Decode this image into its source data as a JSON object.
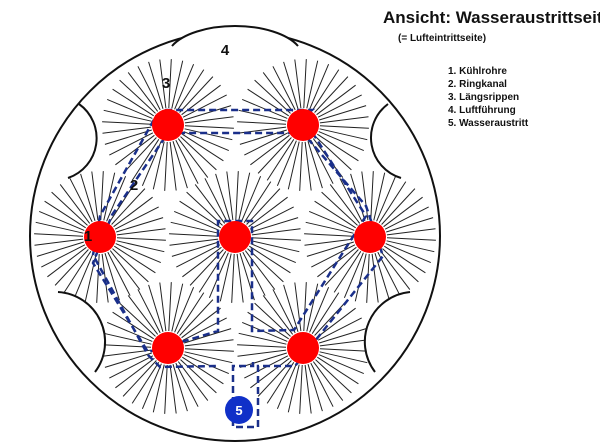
{
  "title": "Ansicht: Wasseraustrittseite",
  "subtitle": "(= Lufteintrittseite)",
  "legend": [
    "1. Kühlrohre",
    "2. Ringkanal",
    "3. Längsrippen",
    "4. Luftführung",
    "5. Wasseraustritt"
  ],
  "labels": {
    "cooling_pipe": "1",
    "ring_channel": "2",
    "fins": "3",
    "air_guide": "4",
    "water_exit": "5"
  },
  "colors": {
    "pipe": "#ff0000",
    "exit": "#1030c8",
    "channel": "#1a2f8a",
    "outline": "#111111"
  }
}
